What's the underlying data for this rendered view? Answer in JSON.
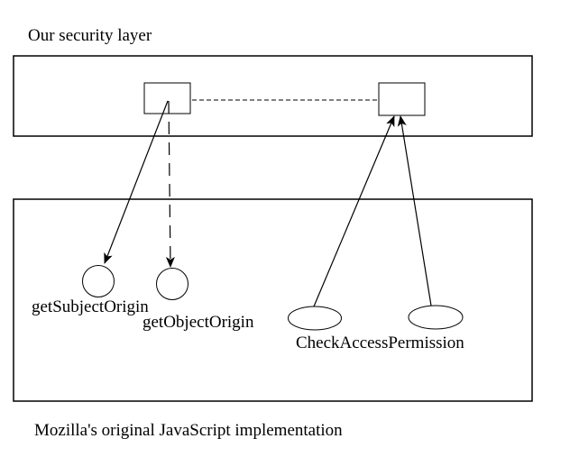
{
  "canvas": {
    "background": "#ffffff",
    "ink": "#000000"
  },
  "title": "Our security layer",
  "caption": "Mozilla's original JavaScript implementation",
  "nodes": {
    "get_subject_origin": "getSubjectOrigin",
    "get_object_origin": "getObjectOrigin",
    "check_access_permission": "CheckAccessPermission"
  }
}
